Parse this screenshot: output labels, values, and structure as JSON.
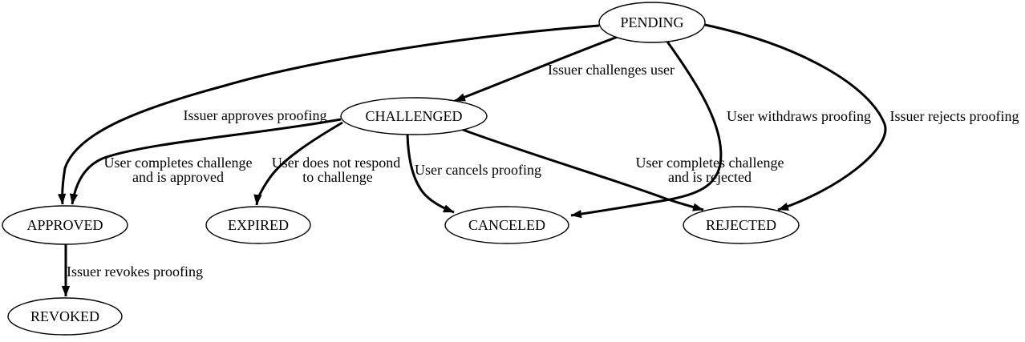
{
  "diagram": {
    "type": "state-machine",
    "background_color": "#ffffff",
    "line_color": "#000000",
    "text_color": "#000000",
    "nodes": {
      "pending": {
        "label": "PENDING"
      },
      "challenged": {
        "label": "CHALLENGED"
      },
      "approved": {
        "label": "APPROVED"
      },
      "expired": {
        "label": "EXPIRED"
      },
      "canceled": {
        "label": "CANCELED"
      },
      "rejected": {
        "label": "REJECTED"
      },
      "revoked": {
        "label": "REVOKED"
      }
    },
    "edges": {
      "pending_to_challenged": {
        "from": "PENDING",
        "to": "CHALLENGED",
        "label": "Issuer challenges user"
      },
      "pending_to_approved": {
        "from": "PENDING",
        "to": "APPROVED",
        "label": "Issuer approves proofing"
      },
      "pending_to_canceled": {
        "from": "PENDING",
        "to": "CANCELED",
        "label": "User withdraws proofing"
      },
      "pending_to_rejected": {
        "from": "PENDING",
        "to": "REJECTED",
        "label": "Issuer rejects proofing"
      },
      "challenged_to_approved": {
        "from": "CHALLENGED",
        "to": "APPROVED",
        "label_line1": "User completes challenge",
        "label_line2": "and is approved"
      },
      "challenged_to_expired": {
        "from": "CHALLENGED",
        "to": "EXPIRED",
        "label_line1": "User does not respond",
        "label_line2": "to challenge"
      },
      "challenged_to_canceled": {
        "from": "CHALLENGED",
        "to": "CANCELED",
        "label": "User cancels proofing"
      },
      "challenged_to_rejected": {
        "from": "CHALLENGED",
        "to": "REJECTED",
        "label_line1": "User completes challenge",
        "label_line2": "and is rejected"
      },
      "approved_to_revoked": {
        "from": "APPROVED",
        "to": "REVOKED",
        "label": "Issuer revokes proofing"
      }
    }
  }
}
